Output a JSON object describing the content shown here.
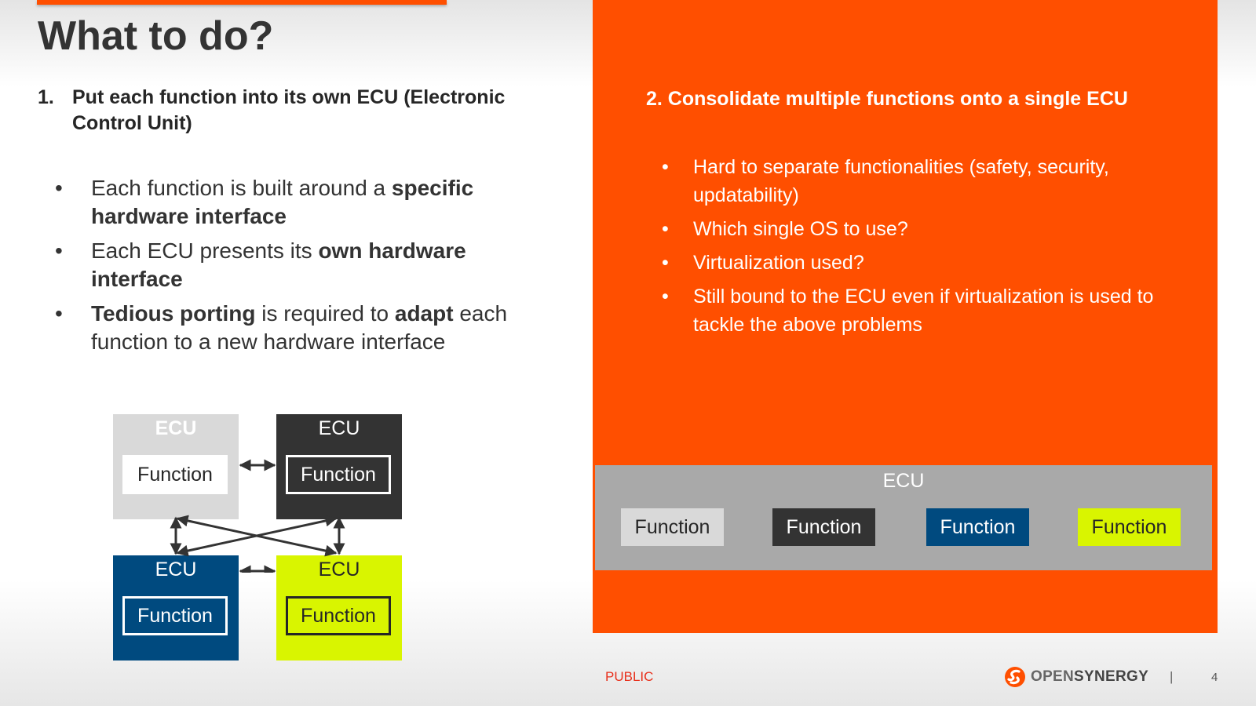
{
  "title": "What to do?",
  "point1": {
    "number": "1.",
    "text": "Put each function into its own ECU (Electronic Control Unit)"
  },
  "left_bullets": [
    {
      "bullet": "•",
      "pre": "Each function is built around a ",
      "bold": "specific hardware interface",
      "post": ""
    },
    {
      "bullet": "•",
      "pre": "Each ECU presents its ",
      "bold": "own hardware interface",
      "post": ""
    },
    {
      "bullet": "•",
      "bold1": "Tedious porting",
      "mid": " is required to ",
      "bold2": "adapt",
      "post": " each function to a new hardware interface"
    }
  ],
  "diagram": {
    "ecus": [
      {
        "label": "ECU",
        "function": "Function",
        "bg": "#d9d9d9",
        "label_color": "#ffffff",
        "func_bg": "#ffffff",
        "func_border": "#ffffff",
        "func_color": "#262626"
      },
      {
        "label": "ECU",
        "function": "Function",
        "bg": "#333333",
        "label_color": "#ffffff",
        "func_bg": "#333333",
        "func_border": "#ffffff",
        "func_color": "#ffffff"
      },
      {
        "label": "ECU",
        "function": "Function",
        "bg": "#004a7f",
        "label_color": "#ffffff",
        "func_bg": "#004a7f",
        "func_border": "#ffffff",
        "func_color": "#ffffff"
      },
      {
        "label": "ECU",
        "function": "Function",
        "bg": "#d9f500",
        "label_color": "#262626",
        "func_bg": "#d9f500",
        "func_border": "#262626",
        "func_color": "#262626"
      }
    ]
  },
  "right_panel": {
    "point2": "2. Consolidate multiple functions onto a single ECU",
    "bullets": [
      {
        "bullet": "•",
        "text": "Hard to separate functionalities (safety, security, updatability)"
      },
      {
        "bullet": "•",
        "text": "Which single OS to use?"
      },
      {
        "bullet": "•",
        "text": "Virtualization used?"
      },
      {
        "bullet": "•",
        "text": "Still bound to the ECU even if virtualization is used to tackle the above problems"
      }
    ],
    "ecu_strip": {
      "label": "ECU",
      "functions": [
        {
          "label": "Function",
          "bg": "#d9d9d9",
          "color": "#262626"
        },
        {
          "label": "Function",
          "bg": "#333333",
          "color": "#ffffff"
        },
        {
          "label": "Function",
          "bg": "#004a7f",
          "color": "#ffffff"
        },
        {
          "label": "Function",
          "bg": "#d9f500",
          "color": "#262626"
        }
      ]
    }
  },
  "footer": {
    "classification": "PUBLIC",
    "logo_part1": "OPEN",
    "logo_part2": "SYNERGY",
    "separator": "|",
    "page": "4"
  },
  "colors": {
    "accent": "#ff4f00"
  }
}
